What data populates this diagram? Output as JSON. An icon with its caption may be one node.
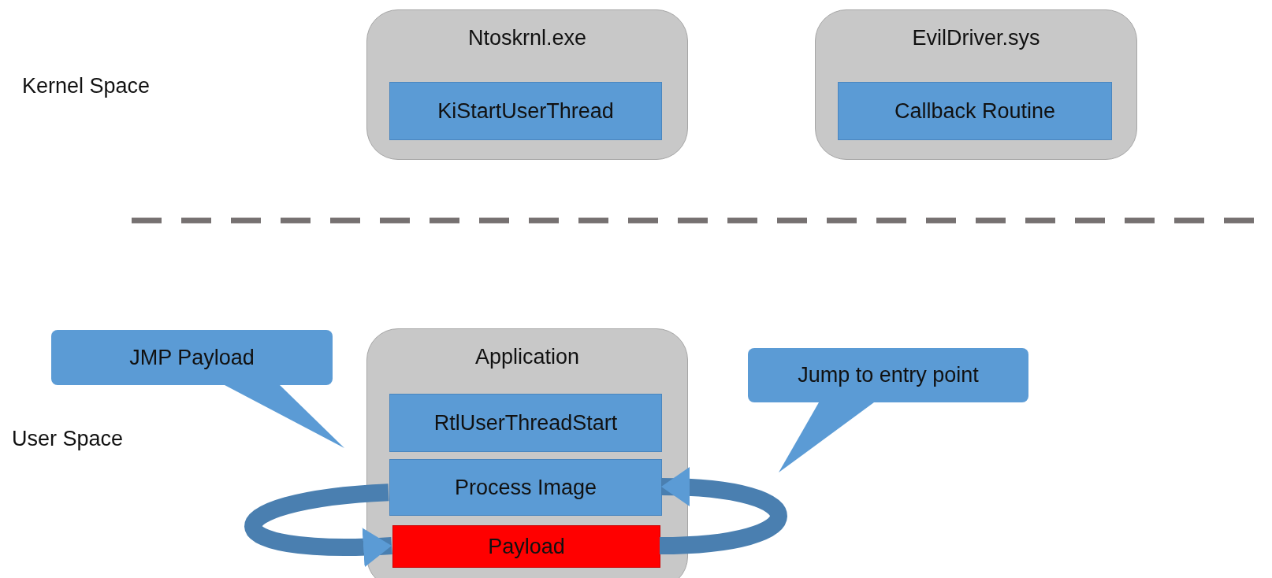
{
  "diagram": {
    "nodes": [
      {
        "text": [
          "Ntoskrnl.exe"
        ]
      },
      {
        "text": [
          "KiStartUserThread"
        ],
        "in": 0
      },
      {
        "text": [
          "EvilDriver.sys"
        ]
      },
      {
        "text": [
          "Callback Routine"
        ],
        "in": 2
      },
      {
        "text": [
          "JMP Payload"
        ]
      },
      {
        "text": [
          "Application"
        ]
      },
      {
        "text": [
          "RtlUserThreadStart"
        ],
        "in": 5
      },
      {
        "text": [
          "Jump to entry point"
        ]
      },
      {
        "text": [
          "Process Image"
        ],
        "in": 5
      },
      {
        "text": [
          "Payload"
        ],
        "in": 5
      }
    ],
    "edges": [
      {
        "from": 8,
        "to": 9,
        "arrow": "to"
      },
      {
        "from": 9,
        "to": 8,
        "arrow": "to"
      }
    ],
    "labels": [
      "Kernel Space",
      "User Space"
    ]
  }
}
